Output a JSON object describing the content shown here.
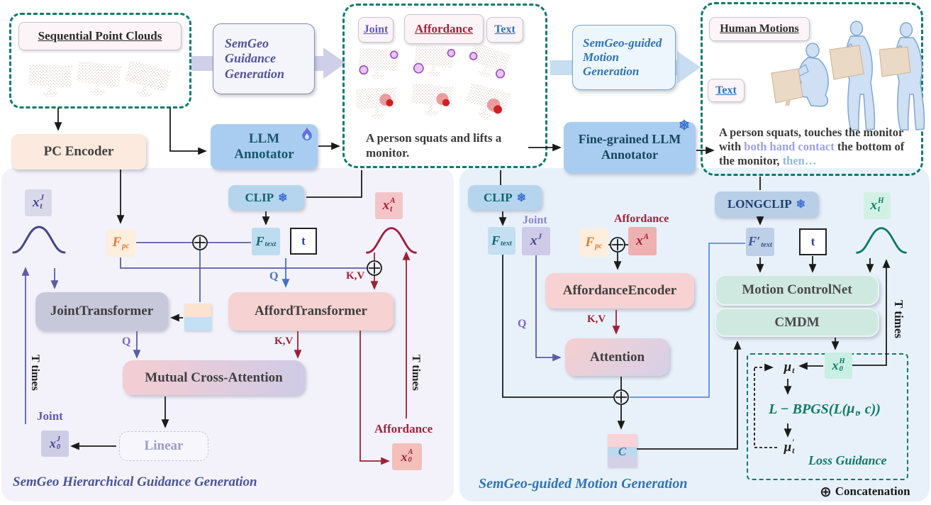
{
  "legend": {
    "symbol": "⊕",
    "label": "Concatenation"
  },
  "top": {
    "seq_title": "Sequential Point Clouds",
    "stage1_label": "SemGeo Guidance Generation",
    "stage2_label": "SemGeo-guided Motion Generation",
    "pc_encoder_label": "PC Encoder",
    "llm_annotator_label": "LLM Annotator",
    "fine_llm_annotator_label": "Fine-grained LLM Annotator",
    "snowflake": "❄",
    "guidance_box": {
      "tag_joint": "Joint",
      "tag_affordance": "Affordance",
      "tag_text": "Text",
      "caption": "A person squats and lifts a monitor."
    },
    "motion_box": {
      "tag_human": "Human Motions",
      "tag_text": "Text",
      "caption_segments": [
        "A person squats, touches the monitor with ",
        "both hand contact ",
        "the bottom of the monitor, ",
        "then…"
      ]
    }
  },
  "left": {
    "title": "SemGeo Hierarchical Guidance Generation",
    "clip": "CLIP",
    "joint_transformer": "JointTransformer",
    "afford_transformer": "AffordTransformer",
    "mutual_cross_attention": "Mutual Cross-Attention",
    "linear": "Linear",
    "labels": {
      "q_afford": "Q",
      "q_joint": "Q",
      "kv_afford": "K,V",
      "kv_mca": "K,V",
      "t_times_joint": "T times",
      "t_times_afford": "T times",
      "joint": "Joint",
      "affordance": "Affordance",
      "timestep": "t"
    },
    "math": {
      "xtJ": {
        "base": "x",
        "sup": "J",
        "sub": "t"
      },
      "xtA": {
        "base": "x",
        "sup": "A",
        "sub": "t"
      },
      "x0J": {
        "base": "x",
        "sup": "J",
        "sub": "0"
      },
      "x0A": {
        "base": "x",
        "sup": "A",
        "sub": "0"
      },
      "Fpc": {
        "base": "F",
        "sup": "",
        "sub": "pc"
      },
      "Ftext": {
        "base": "F",
        "sup": "",
        "sub": "text"
      }
    }
  },
  "right": {
    "title": "SemGeo-guided Motion Generation",
    "clip": "CLIP",
    "longclip": "LONGCLIP",
    "affordance_encoder": "AffordanceEncoder",
    "attention": "Attention",
    "motion_controlnet": "Motion ControlNet",
    "cmdm": "CMDM",
    "labels": {
      "q": "Q",
      "kv": "K,V",
      "t_times": "T times",
      "joint": "Joint",
      "affordance": "Affordance",
      "timestep": "t"
    },
    "math": {
      "Ftext": {
        "base": "F",
        "sup": "",
        "sub": "text"
      },
      "xJ": {
        "base": "x",
        "sup": "J",
        "sub": ""
      },
      "Fpc": {
        "base": "F",
        "sup": "",
        "sub": "pc"
      },
      "xA": {
        "base": "x",
        "sup": "A",
        "sub": ""
      },
      "Fptext": {
        "base": "F′",
        "sup": "",
        "sub": "text"
      },
      "xtH": {
        "base": "x",
        "sup": "H",
        "sub": "t"
      },
      "x0H": {
        "base": "x",
        "sup": "H",
        "sub": "0"
      },
      "C": "C"
    },
    "loss": {
      "mu_t": {
        "base": "μ",
        "sup": "",
        "sub": "t"
      },
      "mu_t_prime": {
        "base": "μ",
        "sup": "′",
        "sub": "t"
      },
      "formula_p1": "L − BPGS(L(",
      "formula_mu": "μ",
      "formula_sub": "t",
      "formula_p2": ", c))",
      "caption": "Loss Guidance"
    }
  }
}
